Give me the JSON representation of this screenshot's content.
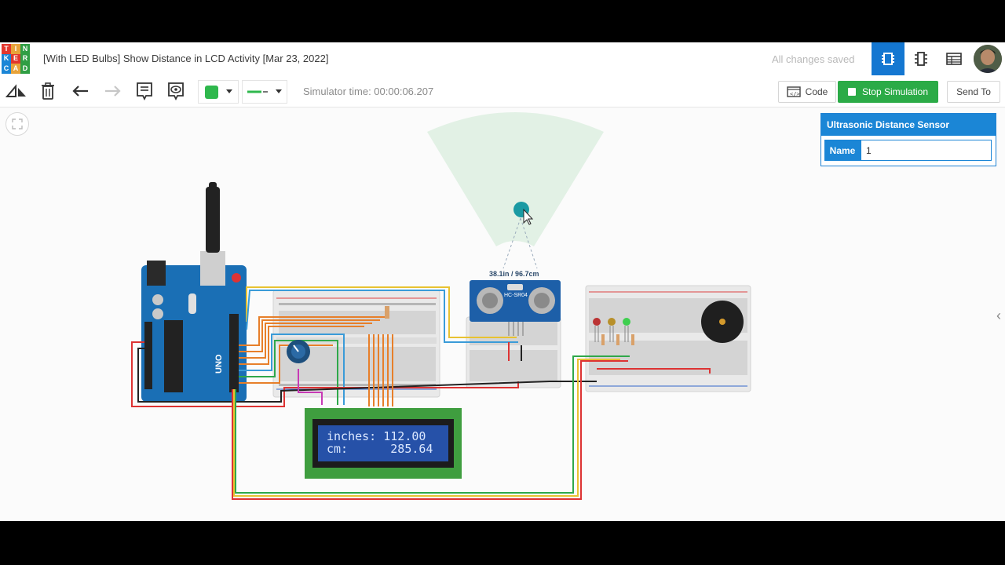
{
  "logo": {
    "letters": [
      "T",
      "I",
      "N",
      "K",
      "E",
      "R",
      "C",
      "A",
      "D"
    ],
    "colors": [
      "#e2372d",
      "#e8a33a",
      "#2f9e44",
      "#1b86d6",
      "#e2372d",
      "#2f9e44",
      "#1b86d6",
      "#e8a33a",
      "#2f9e44"
    ]
  },
  "header": {
    "title": "[With LED Bulbs] Show Distance in LCD Activity [Mar 23, 2022]",
    "save_status": "All changes saved",
    "views": [
      "circuit-view-icon",
      "schematic-view-icon",
      "component-list-icon"
    ]
  },
  "toolbar": {
    "simulator_time": "Simulator time: 00:00:06.207",
    "code_label": "Code",
    "stop_label": "Stop Simulation",
    "send_label": "Send To",
    "fill_color": "#2fb84d",
    "wire_color": "#2fb84d"
  },
  "inspector": {
    "component": "Ultrasonic Distance Sensor",
    "name_label": "Name",
    "name_value": "1"
  },
  "circuit": {
    "sensor_reading": "38.1in / 96.7cm",
    "sensor_model": "HC-SR04",
    "lcd_line1": "inches: 112.00",
    "lcd_line2": "cm:      285.64",
    "board_label": "UNO"
  }
}
